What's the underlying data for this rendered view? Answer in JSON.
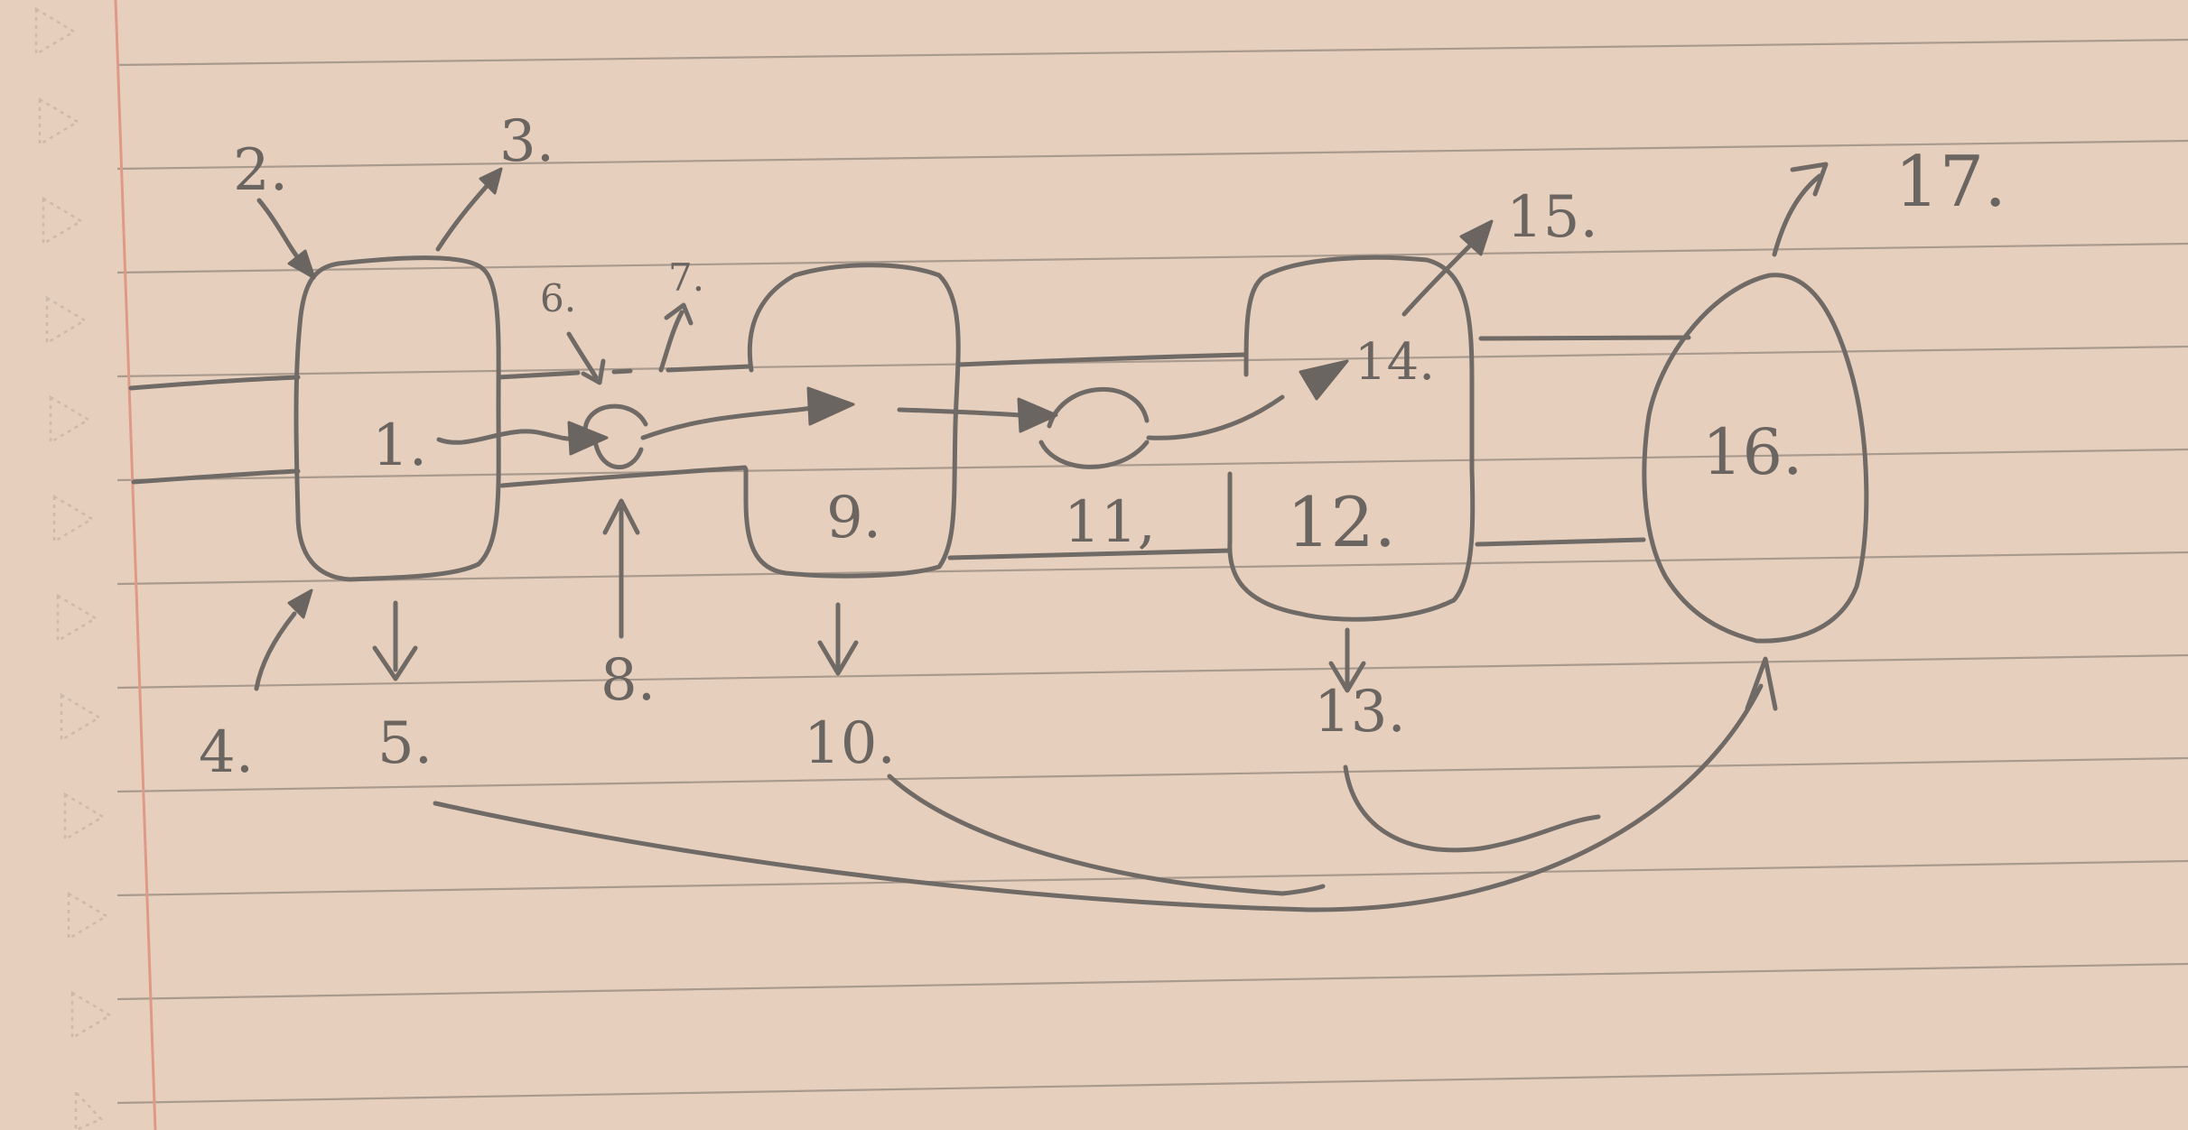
{
  "diagram": {
    "colors": {
      "paper": "#e7cfbd",
      "pencil": "#6f6a66",
      "rule": "#a99a8e",
      "margin": "#de9a87"
    },
    "labels": {
      "n1": "1.",
      "n2": "2.",
      "n3": "3.",
      "n4": "4.",
      "n5": "5.",
      "n6": "6.",
      "n7": "7.",
      "n8": "8.",
      "n9": "9.",
      "n10": "10.",
      "n11": "11,",
      "n12": "12.",
      "n13": "13.",
      "n14": "14.",
      "n15": "15.",
      "n16": "16.",
      "n17": "17."
    }
  }
}
